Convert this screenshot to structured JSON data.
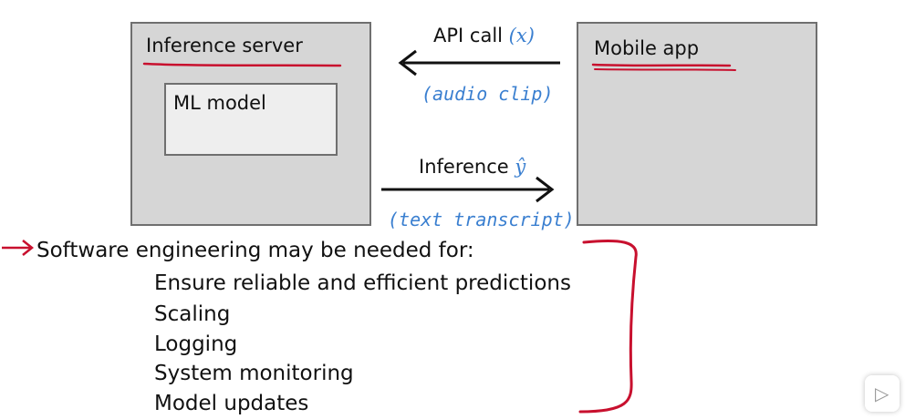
{
  "diagram": {
    "server": {
      "title": "Inference server",
      "inner": "ML model"
    },
    "mobile": {
      "title": "Mobile app"
    },
    "request": {
      "label": "API call",
      "symbol": "(x)",
      "note": "(audio clip)"
    },
    "response": {
      "label": "Inference",
      "symbol": "ŷ",
      "note": "(text transcript)"
    }
  },
  "notes": {
    "heading": "Software engineering may be needed for:",
    "items": [
      "Ensure reliable and efficient predictions",
      "Scaling",
      "Logging",
      "System monitoring",
      "Model updates"
    ]
  },
  "colors": {
    "annotation": "#c8102e",
    "accent_text": "#3a7fd0",
    "box_fill": "#d6d6d6",
    "inner_fill": "#eeeeee",
    "border": "#6f6f6f"
  },
  "icons": {
    "player": "play-icon"
  }
}
